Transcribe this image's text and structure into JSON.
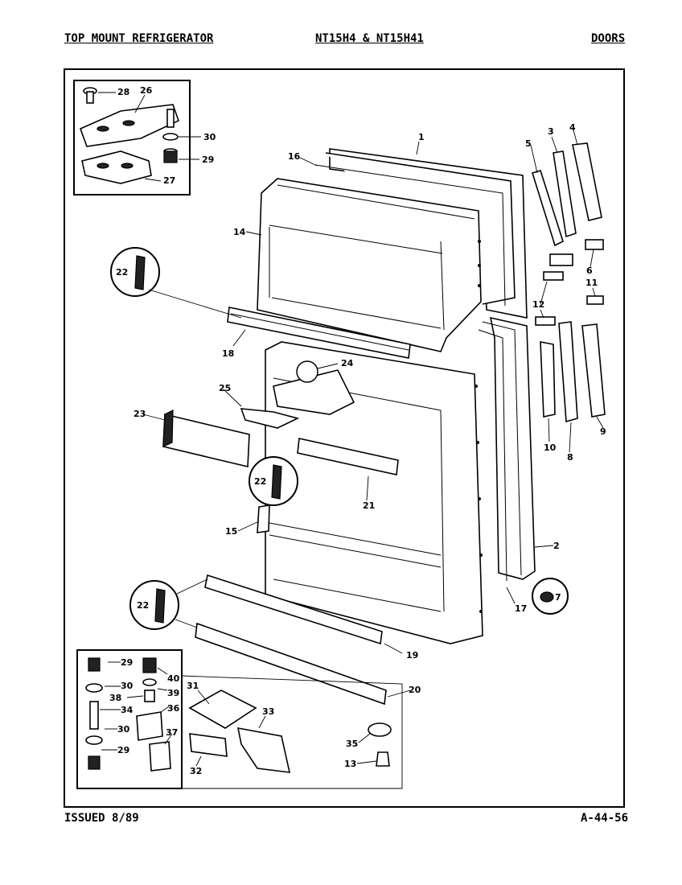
{
  "header": {
    "title": "TOP MOUNT REFRIGERATOR",
    "models": "NT15H4 & NT15H41",
    "section": "DOORS"
  },
  "footer": {
    "issued": "ISSUED 8/89",
    "page_code": "A-44-56"
  },
  "callouts": {
    "p1": "1",
    "p2": "2",
    "p3": "3",
    "p4": "4",
    "p5": "5",
    "p6": "6",
    "p7": "7",
    "p8": "8",
    "p9": "9",
    "p10": "10",
    "p11": "11",
    "p12": "12",
    "p13": "13",
    "p14": "14",
    "p15": "15",
    "p16": "16",
    "p17": "17",
    "p18": "18",
    "p19": "19",
    "p20": "20",
    "p21": "21",
    "p22": "22",
    "p23": "23",
    "p24": "24",
    "p25": "25",
    "p26": "26",
    "p27": "27",
    "p28": "28",
    "p29": "29",
    "p30": "30",
    "p31": "31",
    "p32": "32",
    "p33": "33",
    "p34": "34",
    "p35": "35",
    "p36": "36",
    "p37": "37",
    "p38": "38",
    "p39": "39",
    "p40": "40"
  }
}
